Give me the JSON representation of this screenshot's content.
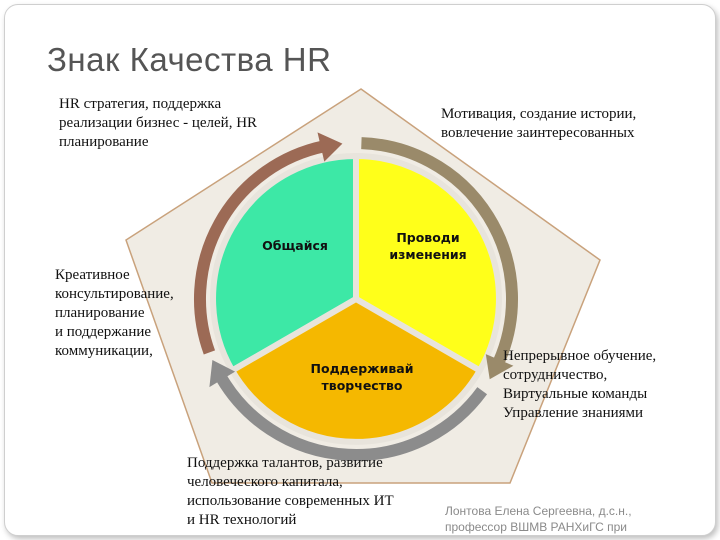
{
  "title": "Знак Качества HR",
  "segments": [
    {
      "label_lines": [
        "Общайся"
      ],
      "color": "#3de8a6"
    },
    {
      "label_lines": [
        "Проводи",
        "изменения"
      ],
      "color": "#ffff1a"
    },
    {
      "label_lines": [
        "Поддерживай",
        "творчество"
      ],
      "color": "#f5b800"
    }
  ],
  "blocks": {
    "top_left": "HR  стратегия, поддержка\nреализации бизнес - целей, HR\nпланирование",
    "top_right": "Мотивация, создание истории,\nвовлечение заинтересованных",
    "left": "Креативное\nконсультирование,\nпланирование\nи поддержание\nкоммуникации,",
    "right": "Непрерывное обучение,\nсотрудничество,\nВиртуальные команды\nУправление знаниями",
    "bottom": "Поддержка талантов, развитие\nчеловеческого капитала,\nиспользование современных ИТ\nи HR технологий"
  },
  "footer": "Лонтова Елена Сергеевна, д.с.н.,\nпрофессор ВШМВ РАНХиГС при\nПрезиденте РФ",
  "colors": {
    "pentagon_fill": "#f0ece4",
    "pentagon_stroke": "#c9a27c",
    "arrow_left": "#9c6a55",
    "arrow_right": "#9a8a6a",
    "arrow_bottom": "#8c8c8c",
    "divider": "#e8e4dc"
  }
}
